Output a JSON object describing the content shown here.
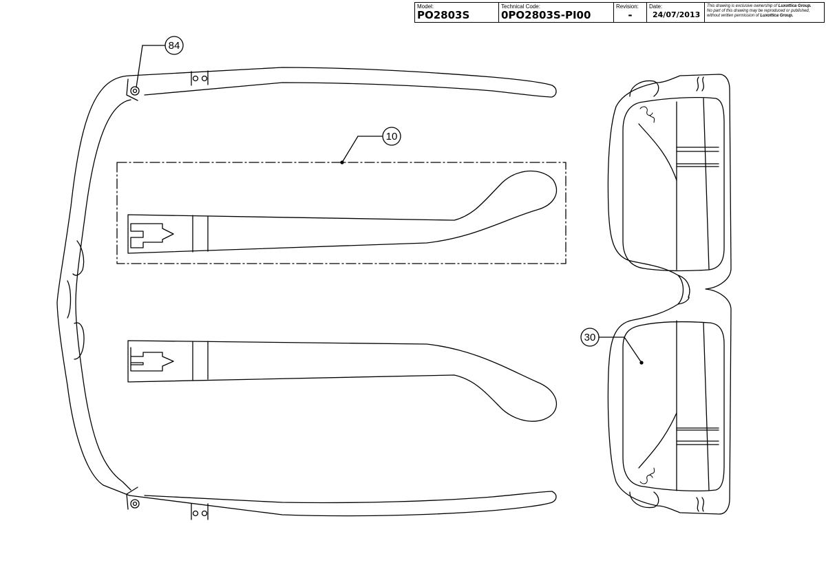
{
  "title_block": {
    "model_label": "Model:",
    "model_value": "PO2803S",
    "technical_code_label": "Technical Code:",
    "technical_code_value": "0PO2803S-PI00",
    "revision_label": "Revision:",
    "revision_value": "-",
    "date_label": "Date:",
    "date_value": "24/07/2013",
    "ownership_note_1": "This drawing is exclusive ownership of",
    "ownership_note_brand_1": "Luxottica Group.",
    "ownership_note_2": "No part of this drawing may be reproduced or published,",
    "ownership_note_3": "without written permission of",
    "ownership_note_brand_2": "Luxottica Group."
  },
  "callouts": {
    "hinge_screw": "84",
    "temple": "10",
    "lens": "30"
  },
  "colors": {
    "line": "#000000",
    "background": "#ffffff"
  }
}
